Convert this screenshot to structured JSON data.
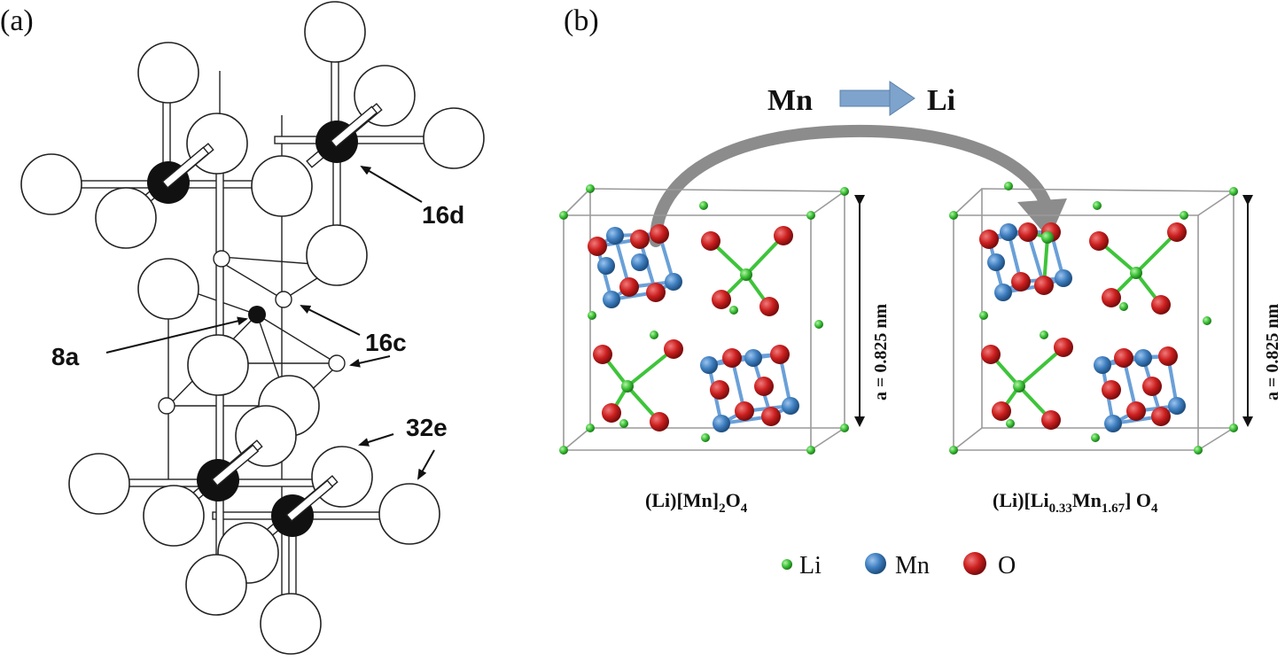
{
  "panel_a": {
    "label": "(a)",
    "site_labels": {
      "d16": "16d",
      "a8": "8a",
      "c16": "16c",
      "e32": "32e"
    }
  },
  "panel_b": {
    "label": "(b)",
    "conversion": {
      "from": "Mn",
      "to": "Li"
    },
    "lattice_parameter": "a = 0.825 nm",
    "cell_left": {
      "formula_parts": [
        "(Li)[Mn]",
        "2",
        "O",
        "4"
      ]
    },
    "cell_right": {
      "formula_parts": [
        "(Li)[Li",
        "0.33",
        "Mn",
        "1.67",
        "] O",
        "4"
      ]
    },
    "legend": [
      {
        "label": "Li",
        "color": "#3ec43a"
      },
      {
        "label": "Mn",
        "color": "#3f7fc0"
      },
      {
        "label": "O",
        "color": "#cc1f1f"
      }
    ]
  }
}
